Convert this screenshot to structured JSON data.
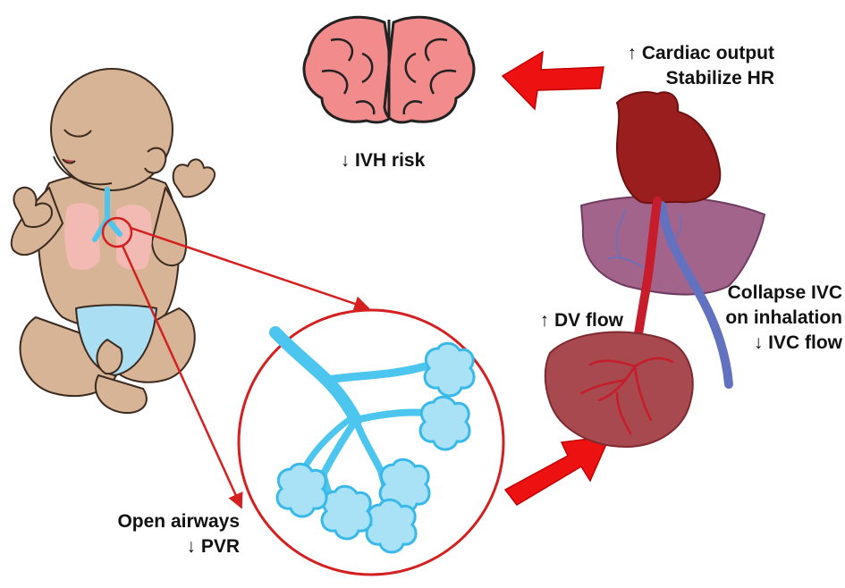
{
  "labels": {
    "cardiac": [
      "↑ Cardiac output",
      "Stabilize HR"
    ],
    "ivh": "↓ IVH risk",
    "dv": "↑ DV flow",
    "ivc": [
      "Collapse IVC",
      "on inhalation",
      "↓ IVC flow"
    ],
    "airways": [
      "Open airways",
      "↓ PVR"
    ]
  },
  "colors": {
    "arrow_red": "#ee1111",
    "outline_red": "#d42020",
    "brain_pink": "#f28b8b",
    "heart": "#9b1e1e",
    "liver": "#a3648c",
    "placenta": "#a8494f",
    "ivc_blue": "#6272c0",
    "airway_blue": "#4cc6ef",
    "skin": "#d8b496",
    "diaper": "#a9def3"
  }
}
